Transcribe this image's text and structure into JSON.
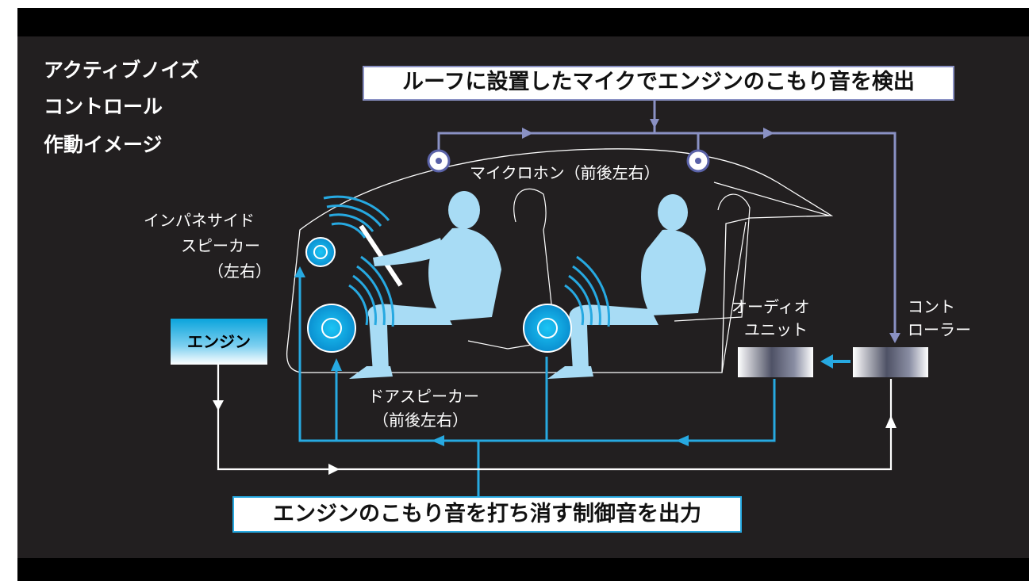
{
  "title": {
    "line1": "アクティブノイズ",
    "line2": "コントロール",
    "line3": "作動イメージ"
  },
  "callouts": {
    "top": "ルーフに設置したマイクでエンジンのこもり音を検出",
    "bottom": "エンジンのこもり音を打ち消す制御音を出力"
  },
  "labels": {
    "microphone": "マイクロホン（前後左右）",
    "instrument_speaker": [
      "インパネサイド",
      "スピーカー",
      "（左右）"
    ],
    "door_speaker": [
      "ドアスピーカー",
      "（前後左右）"
    ],
    "audio_unit": [
      "オーディオ",
      "ユニット"
    ],
    "controller": [
      "コント",
      "ローラー"
    ],
    "engine": "エンジン"
  },
  "colors": {
    "background": "#221f20",
    "microphone_line": "#8a91c4",
    "speaker_signal": "#27a9e1",
    "engine_signal": "#ffffff"
  }
}
